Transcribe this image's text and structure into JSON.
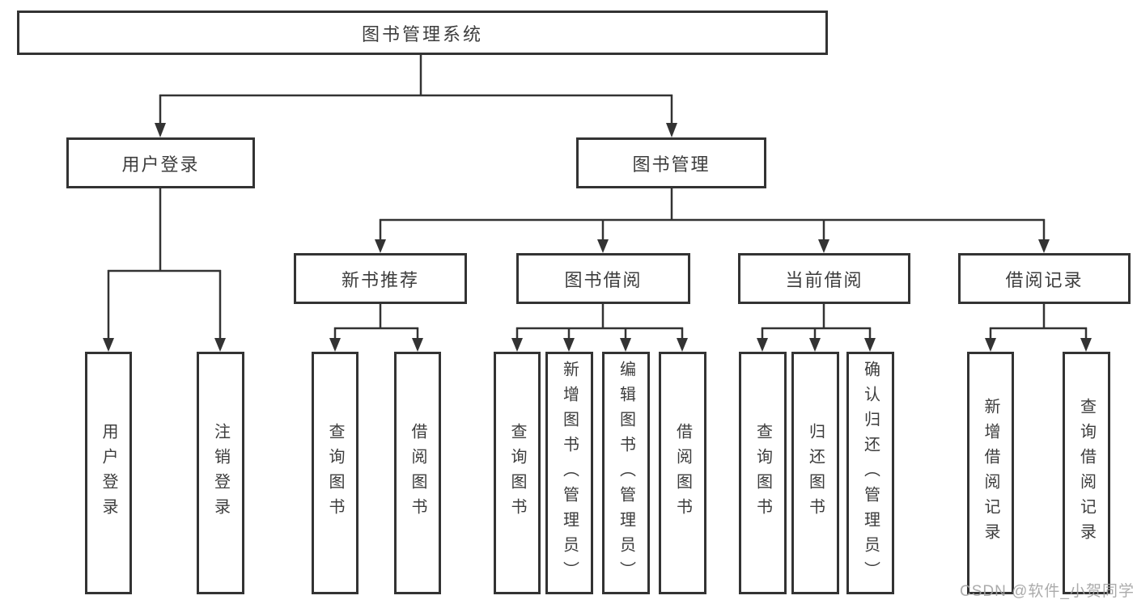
{
  "tree": {
    "label": "图书管理系统",
    "children": [
      {
        "label": "用户登录",
        "children": [
          {
            "label": "用户登录"
          },
          {
            "label": "注销登录"
          }
        ]
      },
      {
        "label": "图书管理",
        "children": [
          {
            "label": "新书推荐",
            "children": [
              {
                "label": "查询图书"
              },
              {
                "label": "借阅图书"
              }
            ]
          },
          {
            "label": "图书借阅",
            "children": [
              {
                "label": "查询图书"
              },
              {
                "label": "新增图书（管理员）"
              },
              {
                "label": "编辑图书（管理员）"
              },
              {
                "label": "借阅图书"
              }
            ]
          },
          {
            "label": "当前借阅",
            "children": [
              {
                "label": "查询图书"
              },
              {
                "label": "归还图书"
              },
              {
                "label": "确认归还（管理员）"
              }
            ]
          },
          {
            "label": "借阅记录",
            "children": [
              {
                "label": "新增借阅记录"
              },
              {
                "label": "查询借阅记录"
              }
            ]
          }
        ]
      }
    ]
  },
  "watermark": {
    "text": "CSDN @软件_小贺同学"
  },
  "colors": {
    "line": "#333333",
    "box_border": "#333333",
    "text": "#3d3d3d",
    "watermark": "#a3a3a3",
    "background": "#ffffff"
  }
}
